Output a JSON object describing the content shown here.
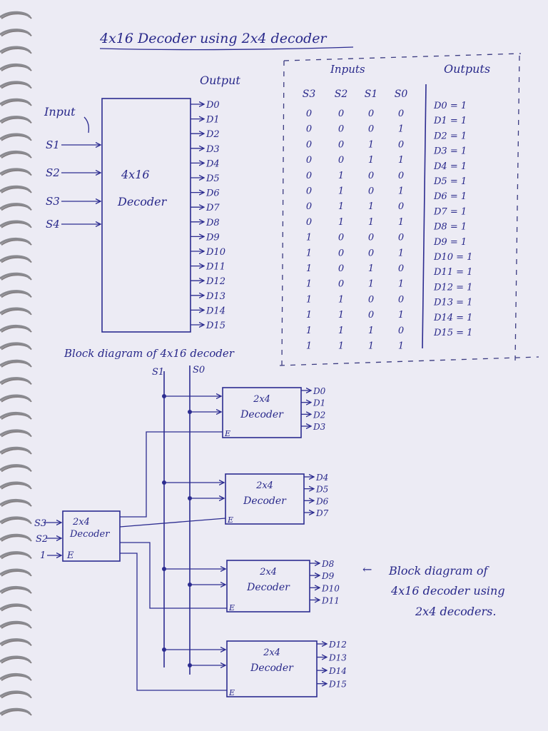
{
  "title": "4x16 Decoder using 2x4 decoder",
  "block": {
    "input_heading": "Input",
    "output_heading": "Output",
    "box_label_1": "4x16",
    "box_label_2": "Decoder",
    "inputs": [
      "S1",
      "S2",
      "S3",
      "S4"
    ],
    "outputs": [
      "D0",
      "D1",
      "D2",
      "D3",
      "D4",
      "D5",
      "D6",
      "D7",
      "D8",
      "D9",
      "D10",
      "D11",
      "D12",
      "D13",
      "D14",
      "D15"
    ],
    "caption": "Block diagram of 4x16 decoder"
  },
  "truth_table": {
    "inputs_heading": "Inputs",
    "outputs_heading": "Outputs",
    "columns": [
      "S3",
      "S2",
      "S1",
      "S0"
    ],
    "rows": [
      [
        "0",
        "0",
        "0",
        "0"
      ],
      [
        "0",
        "0",
        "0",
        "1"
      ],
      [
        "0",
        "0",
        "1",
        "0"
      ],
      [
        "0",
        "0",
        "1",
        "1"
      ],
      [
        "0",
        "1",
        "0",
        "0"
      ],
      [
        "0",
        "1",
        "0",
        "1"
      ],
      [
        "0",
        "1",
        "1",
        "0"
      ],
      [
        "0",
        "1",
        "1",
        "1"
      ],
      [
        "1",
        "0",
        "0",
        "0"
      ],
      [
        "1",
        "0",
        "0",
        "1"
      ],
      [
        "1",
        "0",
        "1",
        "0"
      ],
      [
        "1",
        "0",
        "1",
        "1"
      ],
      [
        "1",
        "1",
        "0",
        "0"
      ],
      [
        "1",
        "1",
        "0",
        "1"
      ],
      [
        "1",
        "1",
        "1",
        "0"
      ],
      [
        "1",
        "1",
        "1",
        "1"
      ]
    ],
    "outputs": [
      "D0 = 1",
      "D1 = 1",
      "D2 = 1",
      "D3 = 1",
      "D4 = 1",
      "D5 = 1",
      "D6 = 1",
      "D7 = 1",
      "D8 = 1",
      "D9 = 1",
      "D10 = 1",
      "D11 = 1",
      "D12 = 1",
      "D13 = 1",
      "D14 = 1",
      "D15 = 1"
    ]
  },
  "circuit": {
    "select_labels": [
      "S1",
      "S0"
    ],
    "first_stage": {
      "label_1": "2x4",
      "label_2": "Decoder",
      "inputs": [
        "S3",
        "S2"
      ],
      "enable_value": "1",
      "enable_label": "E"
    },
    "decoders": [
      {
        "label_1": "2x4",
        "label_2": "Decoder",
        "enable_label": "E",
        "outputs": [
          "D0",
          "D1",
          "D2",
          "D3"
        ]
      },
      {
        "label_1": "2x4",
        "label_2": "Decoder",
        "enable_label": "E",
        "outputs": [
          "D4",
          "D5",
          "D6",
          "D7"
        ]
      },
      {
        "label_1": "2x4",
        "label_2": "Decoder",
        "enable_label": "E",
        "outputs": [
          "D8",
          "D9",
          "D10",
          "D11"
        ]
      },
      {
        "label_1": "2x4",
        "label_2": "Decoder",
        "enable_label": "E",
        "outputs": [
          "D12",
          "D13",
          "D14",
          "D15"
        ]
      }
    ],
    "annotation_arrow": "←",
    "annotation": [
      "Block diagram of",
      "4x16 decoder using",
      "2x4 decoders."
    ]
  }
}
